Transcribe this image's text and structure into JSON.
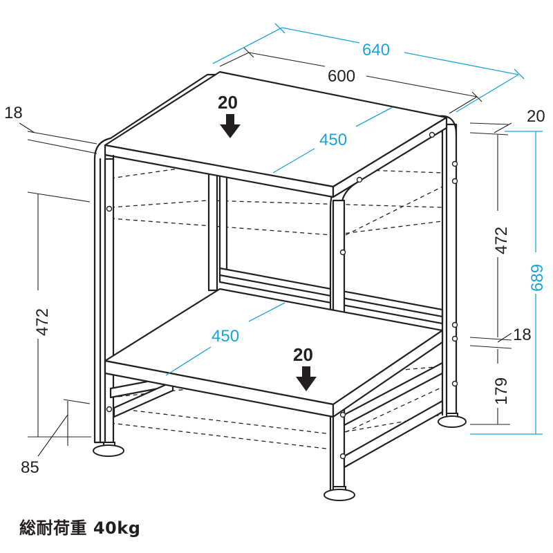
{
  "dimensions": {
    "total_width": "640",
    "shelf_width": "600",
    "top_shelf_depth": "450",
    "bottom_shelf_depth": "450",
    "top_board_thickness": "18",
    "lower_board_thickness": "18",
    "top_shelf_right": "20",
    "upper_clearance_left": "472",
    "upper_clearance_right": "472",
    "total_height": "689",
    "lower_height": "179",
    "foot_height": "85"
  },
  "loads": {
    "top_shelf": "20",
    "bottom_shelf": "20"
  },
  "caption": "総耐荷重 40kg",
  "colors": {
    "line": "#231f20",
    "dimension_accent": "#1aa3d9"
  },
  "icons": {
    "load_arrow": "down-arrow-icon"
  }
}
